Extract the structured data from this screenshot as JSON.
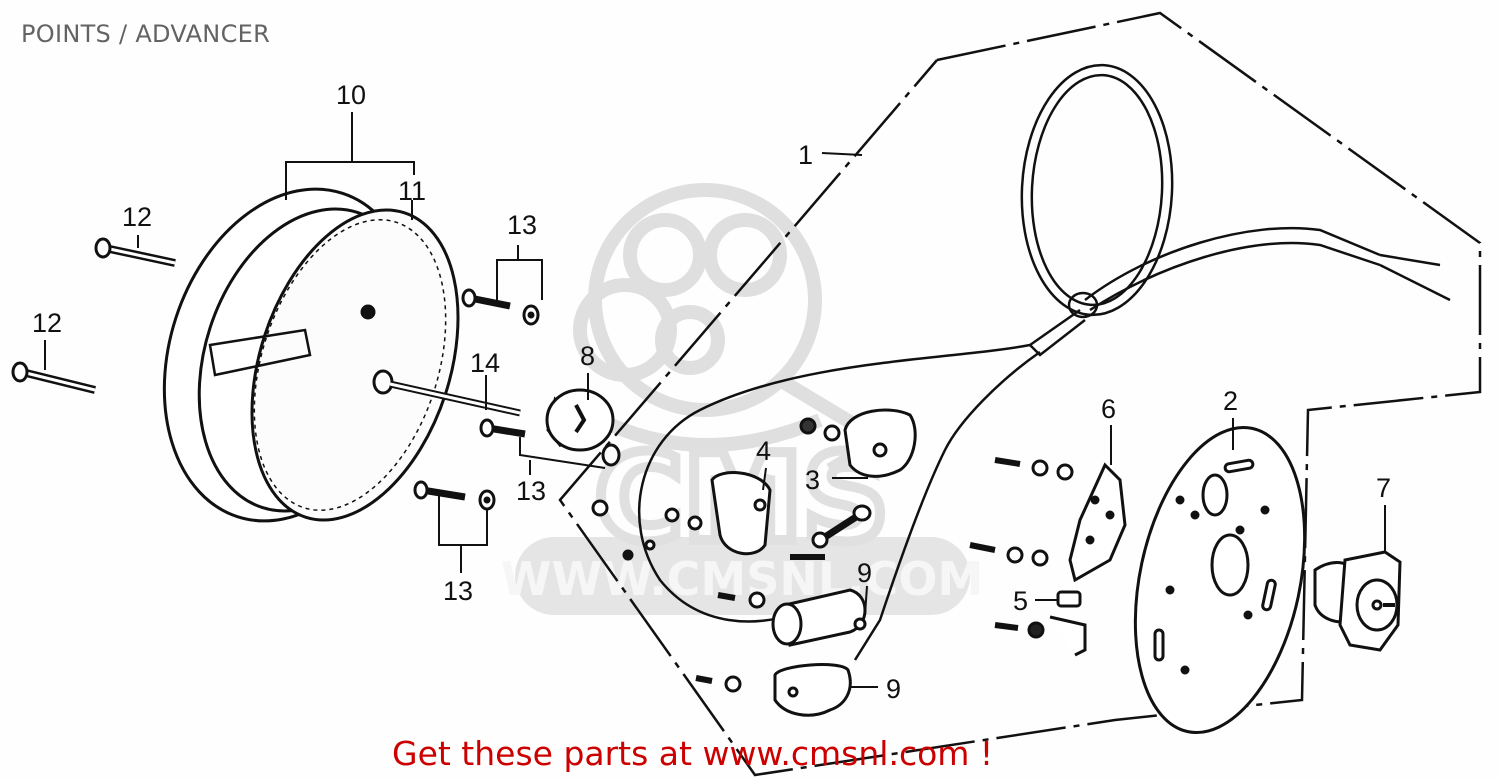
{
  "header": {
    "title": "POINTS / ADVANCER"
  },
  "diagram": {
    "type": "exploded-parts-view",
    "watermark": {
      "text": "WWW.CMSNL.COM",
      "logo": "cms-mascot-logo"
    },
    "callouts": [
      {
        "id": "c1",
        "label": "1",
        "part": "contact-breaker-assembly-outline"
      },
      {
        "id": "c2",
        "label": "2",
        "part": "base-plate"
      },
      {
        "id": "c3",
        "label": "3",
        "part": "contact-point"
      },
      {
        "id": "c4",
        "label": "4",
        "part": "contact-point"
      },
      {
        "id": "c5",
        "label": "5",
        "part": "felt"
      },
      {
        "id": "c6",
        "label": "6",
        "part": "sub-plate"
      },
      {
        "id": "c7",
        "label": "7",
        "part": "spark-advancer"
      },
      {
        "id": "c8",
        "label": "8",
        "part": "cam-cap"
      },
      {
        "id": "c9a",
        "label": "9",
        "part": "condenser"
      },
      {
        "id": "c9b",
        "label": "9",
        "part": "condenser"
      },
      {
        "id": "c10",
        "label": "10",
        "part": "point-cover"
      },
      {
        "id": "c11",
        "label": "11",
        "part": "gasket"
      },
      {
        "id": "c12a",
        "label": "12",
        "part": "pin"
      },
      {
        "id": "c12b",
        "label": "12",
        "part": "pin"
      },
      {
        "id": "c13a",
        "label": "13",
        "part": "bolt-washer"
      },
      {
        "id": "c13b",
        "label": "13",
        "part": "bolt-washer"
      },
      {
        "id": "c13c",
        "label": "13",
        "part": "bolt-washer"
      },
      {
        "id": "c14",
        "label": "14",
        "part": "bolt"
      }
    ]
  },
  "footer": {
    "link_text": "Get these parts at www.cmsnl.com !",
    "color": "#cc0000"
  },
  "colors": {
    "background": "#fdfefd",
    "line": "#111111",
    "title": "#636363",
    "watermark": "#dadada"
  }
}
